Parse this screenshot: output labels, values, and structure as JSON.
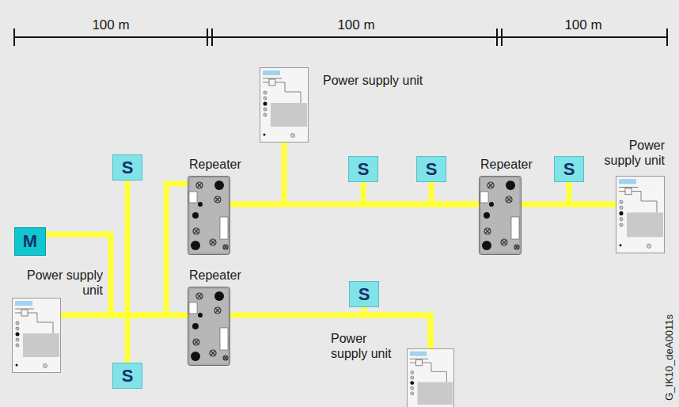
{
  "diagram": {
    "nodes": [
      {
        "text": [
          "Power supply unit"
        ]
      },
      {
        "text": [
          "S"
        ]
      },
      {
        "text": [
          "Repeater"
        ]
      },
      {
        "text": [
          "S"
        ]
      },
      {
        "text": [
          "S"
        ]
      },
      {
        "text": [
          "Repeater"
        ]
      },
      {
        "text": [
          "S"
        ]
      },
      {
        "text": [
          "Power supply unit"
        ]
      },
      {
        "text": [
          "M"
        ]
      },
      {
        "text": [
          "Power supply unit"
        ]
      },
      {
        "text": [
          "Repeater"
        ]
      },
      {
        "text": [
          "S"
        ]
      },
      {
        "text": [
          "Power supply unit"
        ]
      },
      {
        "text": [
          "S"
        ]
      }
    ],
    "edges": [
      {
        "from": 9,
        "to": 10,
        "arrow": "none"
      },
      {
        "from": 8,
        "to": 10,
        "arrow": "none"
      },
      {
        "from": 1,
        "to": 13,
        "arrow": "none"
      },
      {
        "from": 9,
        "to": 2,
        "arrow": "none"
      },
      {
        "from": 2,
        "to": 5,
        "arrow": "none"
      },
      {
        "from": 0,
        "to": 2,
        "arrow": "none"
      },
      {
        "from": 3,
        "to": 5,
        "arrow": "none"
      },
      {
        "from": 4,
        "to": 5,
        "arrow": "none"
      },
      {
        "from": 5,
        "to": 7,
        "arrow": "none"
      },
      {
        "from": 6,
        "to": 7,
        "arrow": "none"
      },
      {
        "from": 10,
        "to": 12,
        "arrow": "none"
      },
      {
        "from": 11,
        "to": 12,
        "arrow": "none"
      }
    ],
    "labels": [
      "100 m",
      "100 m",
      "100 m",
      "G_IK10_deA0011s"
    ]
  }
}
